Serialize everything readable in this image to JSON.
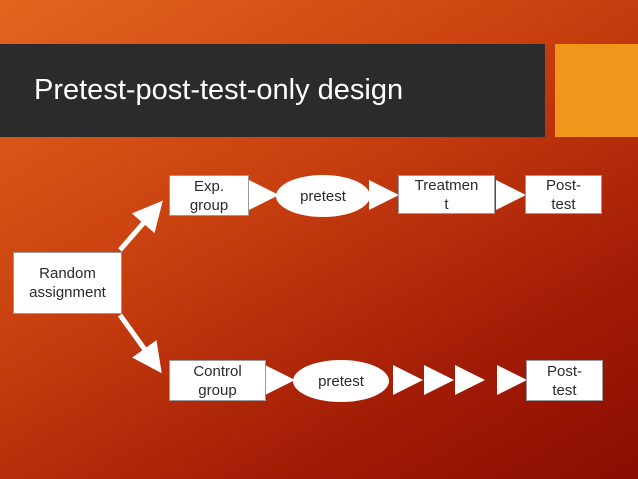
{
  "title": "Pretest-post-test-only design",
  "colors": {
    "title_bar": "#2b2b2b",
    "accent": "#f0961b",
    "node_fill": "#ffffff",
    "arrow": "#ffffff"
  },
  "nodes": {
    "random_assignment": "Random\nassignment",
    "exp_group": "Exp.\ngroup",
    "exp_pretest": "pretest",
    "treatment": "Treatmen\nt",
    "exp_posttest": "Post-\ntest",
    "control_group": "Control\ngroup",
    "control_pretest": "pretest",
    "control_posttest": "Post-\ntest"
  }
}
